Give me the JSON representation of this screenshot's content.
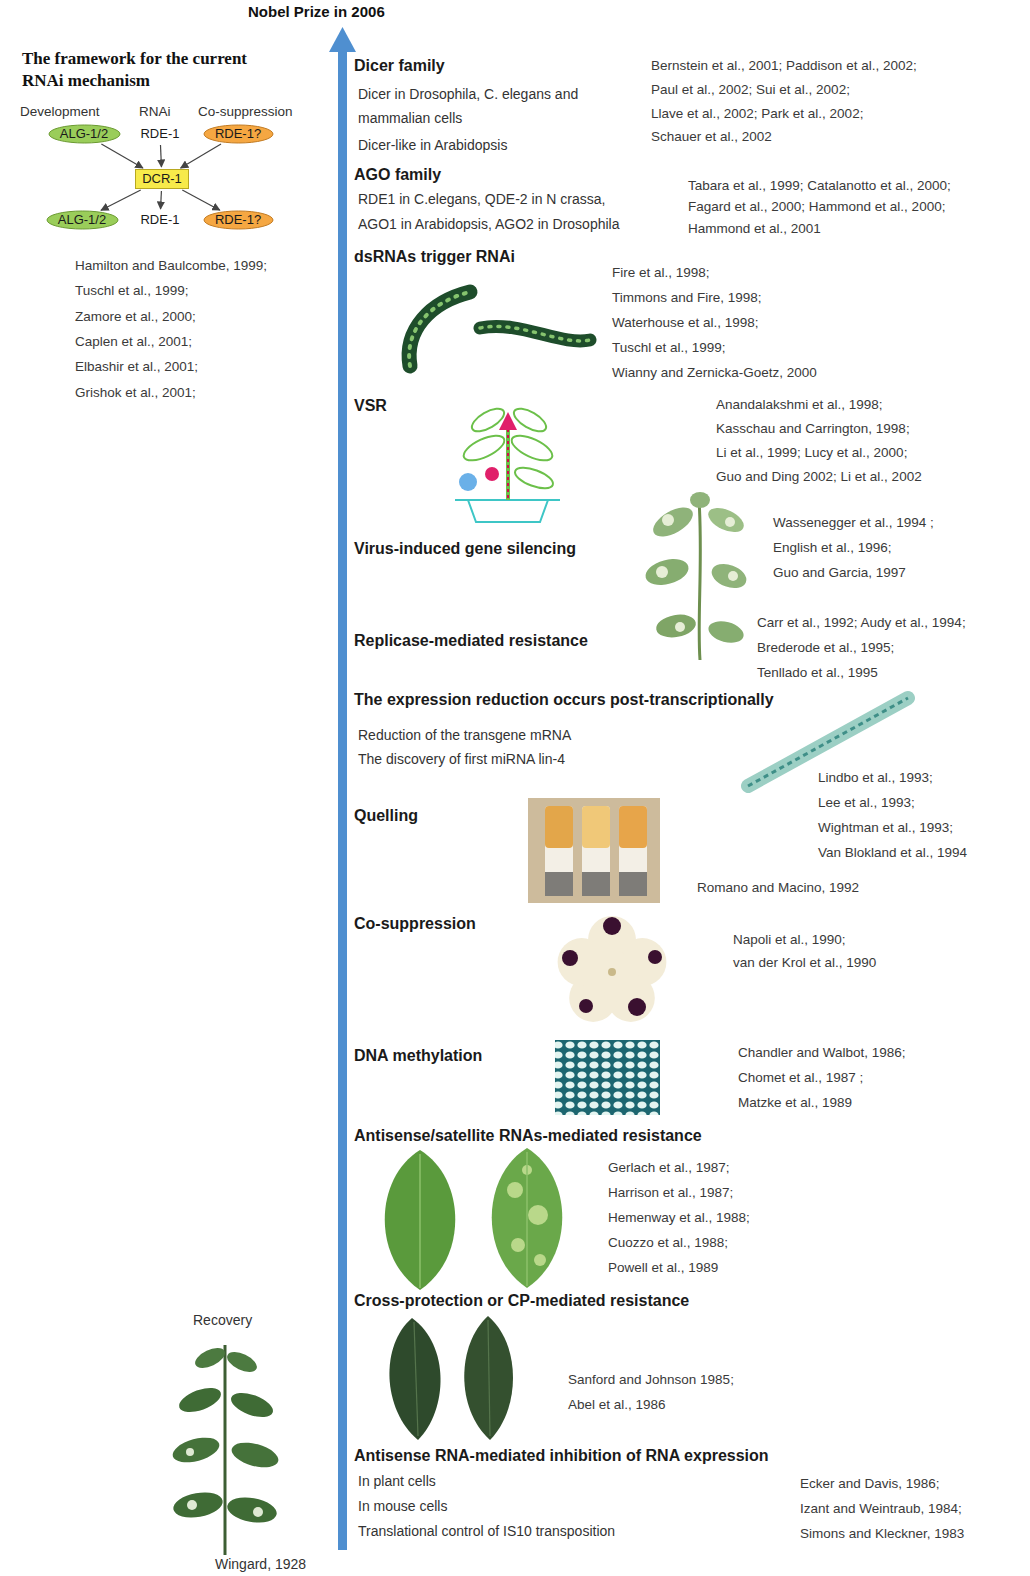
{
  "diagram": {
    "title": "Nobel Prize in 2006",
    "nodes": [
      {
        "text": [
          "ALG-1/2"
        ]
      },
      {
        "text": [
          "RDE-1"
        ]
      },
      {
        "text": [
          "RDE-1?"
        ]
      },
      {
        "text": [
          "DCR-1"
        ]
      },
      {
        "text": [
          "ALG-1/2"
        ]
      },
      {
        "text": [
          "RDE-1"
        ]
      },
      {
        "text": [
          "RDE-1?"
        ]
      }
    ],
    "edges": [
      {
        "from": 0,
        "to": 3,
        "arrow": "to"
      },
      {
        "from": 1,
        "to": 3,
        "arrow": "to"
      },
      {
        "from": 2,
        "to": 3,
        "arrow": "to"
      },
      {
        "from": 3,
        "to": 4,
        "arrow": "to"
      },
      {
        "from": 3,
        "to": 5,
        "arrow": "to"
      },
      {
        "from": 3,
        "to": 6,
        "arrow": "to"
      }
    ],
    "labels": [
      "The framework for the current RNAi mechanism",
      "Development",
      "RNAi",
      "Co-suppression",
      "Hamilton and Baulcombe, 1999;",
      "Tuschl et al., 1999;",
      "Zamore et al., 2000;",
      "Caplen et al., 2001;",
      "Elbashir et al., 2001;",
      "Grishok et al., 2001;",
      "Dicer family",
      "Dicer in Drosophila, C. elegans and mammalian cells",
      "Dicer-like in Arabidopsis",
      "Bernstein et al., 2001; Paddison et al., 2002;",
      "Paul et al., 2002; Sui et al., 2002;",
      "Llave et al., 2002; Park et al., 2002;",
      "Schauer et al., 2002",
      "AGO family",
      "RDE1 in C.elegans, QDE-2 in N crassa,",
      "AGO1 in Arabidopsis, AGO2 in Drosophila",
      "Tabara et al., 1999; Catalanotto et al., 2000;",
      "Fagard et al., 2000; Hammond et al., 2000;",
      "Hammond et al., 2001",
      "dsRNAs trigger RNAi",
      "Fire et al., 1998;",
      "Timmons and Fire, 1998;",
      "Waterhouse et al., 1998;",
      "Tuschl et al., 1999;",
      "Wianny and Zernicka-Goetz, 2000",
      "VSR",
      "Anandalakshmi et al., 1998;",
      "Kasschau and Carrington, 1998;",
      "Li et al., 1999; Lucy et al., 2000;",
      "Guo and Ding 2002; Li et al., 2002",
      "Virus-induced gene silencing",
      "Wassenegger et al., 1994 ;",
      "English et al., 1996;",
      "Guo and Garcia, 1997",
      "Replicase-mediated resistance",
      "Carr et al., 1992; Audy et al., 1994;",
      "Brederode et al., 1995;",
      "Tenllado et al., 1995",
      "The expression reduction occurs post-transcriptionally",
      "Reduction of the transgene mRNA",
      "The discovery of first miRNA lin-4",
      "Lindbo et al., 1993;",
      "Lee et al., 1993;",
      "Wightman et al., 1993;",
      "Van Blokland et al., 1994",
      "Quelling",
      "Romano and Macino, 1992",
      "Co-suppression",
      "Napoli et al., 1990;",
      "van der Krol et al., 1990",
      "DNA methylation",
      "Chandler and Walbot, 1986;",
      "Chomet et al., 1987 ;",
      "Matzke et al., 1989",
      "Antisense/satellite RNAs-mediated resistance",
      "Gerlach et al., 1987;",
      "Harrison et al., 1987;",
      "Hemenway et al., 1988;",
      "Cuozzo et al., 1988;",
      "Powell et al., 1989",
      "Cross-protection or CP-mediated resistance",
      "Sanford and Johnson 1985;",
      "Abel et al., 1986",
      "Recovery",
      "Antisense RNA-mediated inhibition of RNA expression",
      "In plant cells",
      "In mouse cells",
      "Translational control of IS10 transposition",
      "Ecker and Davis, 1986;",
      "Izant and Weintraub, 1984;",
      "Simons and Kleckner, 1983",
      "Wingard, 1928"
    ]
  }
}
